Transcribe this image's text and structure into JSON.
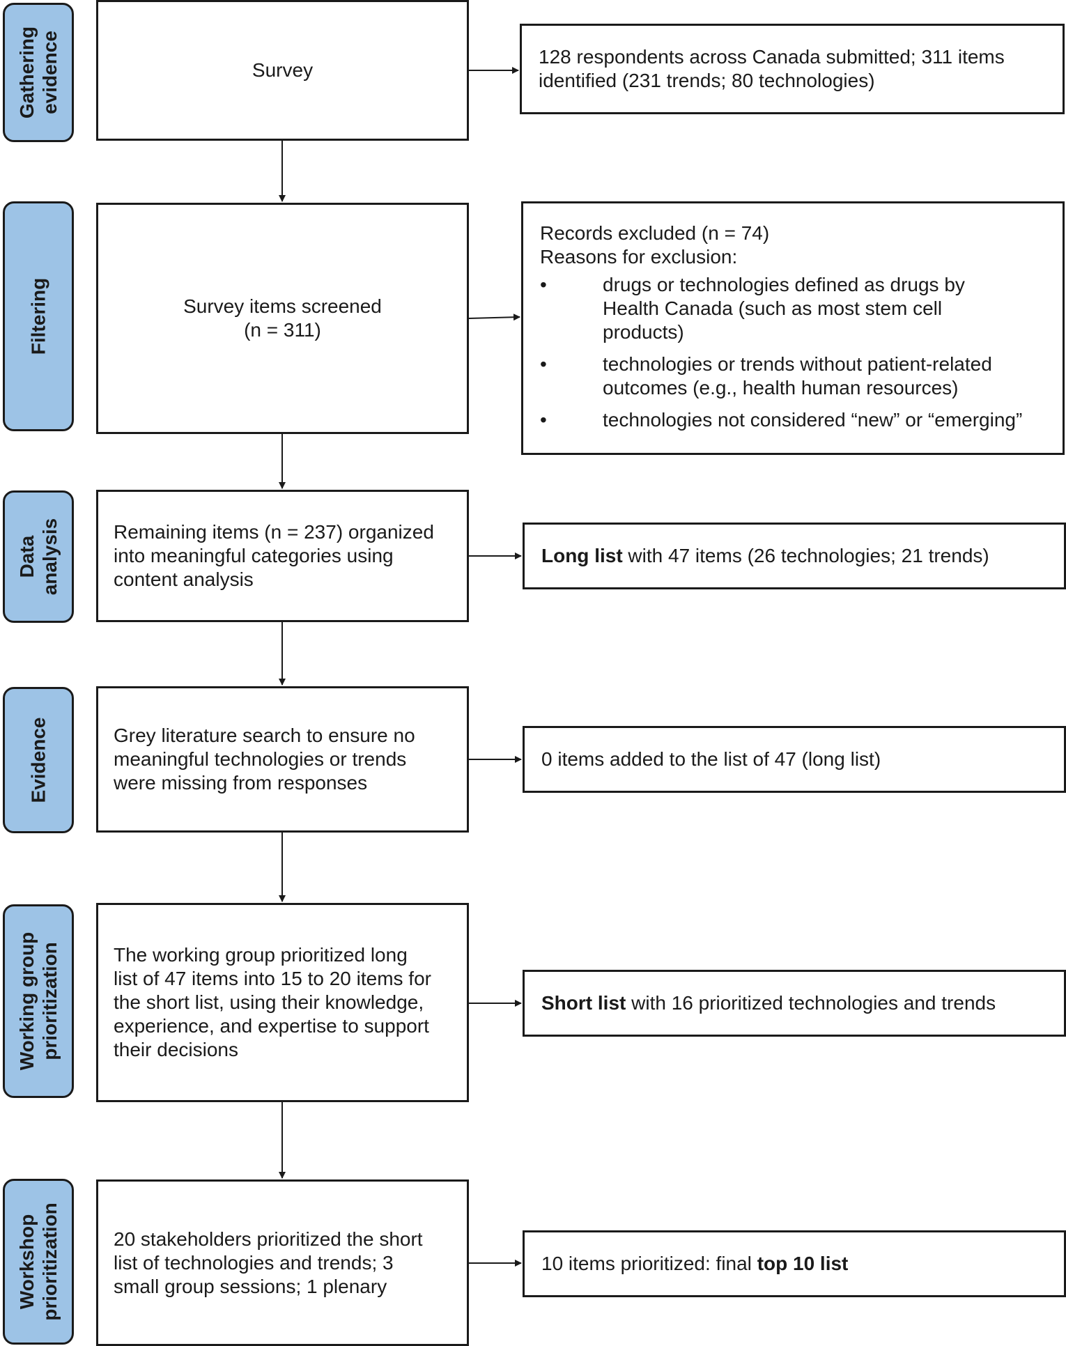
{
  "stages": [
    {
      "tab": "Gathering\nevidence",
      "main": "Survey",
      "result": "128 respondents across Canada submitted; 311 items\nidentified (231 trends; 80 technologies)"
    },
    {
      "tab": "Filtering",
      "main": "Survey items screened\n(n = 311)",
      "exclusion": {
        "title": "Records excluded (n = 74)",
        "subtitle": "Reasons for exclusion:",
        "reasons": [
          "drugs or technologies defined as drugs by\nHealth Canada (such as most stem cell\nproducts)",
          "technologies or trends without patient-related\noutcomes (e.g., health human resources)",
          "technologies not considered “new” or “emerging”"
        ]
      }
    },
    {
      "tab": "Data\nanalysis",
      "main": "Remaining items (n = 237) organized\ninto meaningful categories using\ncontent analysis",
      "result_bold": "Long list",
      "result_rest": " with 47 items (26 technologies; 21 trends)"
    },
    {
      "tab": "Evidence",
      "main": "Grey literature search to ensure no\nmeaningful technologies or trends\nwere missing from responses",
      "result": "0 items added to the list of 47 (long list)"
    },
    {
      "tab": "Working group\nprioritization",
      "main": "The working group prioritized long\nlist of 47 items into 15 to 20 items for\nthe short list, using their knowledge,\nexperience, and expertise to support\ntheir decisions",
      "result_bold": "Short list",
      "result_rest": " with 16 prioritized technologies and trends"
    },
    {
      "tab": "Workshop\nprioritization",
      "main": "20 stakeholders prioritized the short\nlist of technologies and trends; 3\nsmall group sessions; 1 plenary",
      "result_pre": "10 items prioritized: final ",
      "result_bold": "top 10 list"
    }
  ],
  "colors": {
    "tab_fill": "#9dc3e6",
    "line": "#1a1a1a"
  }
}
